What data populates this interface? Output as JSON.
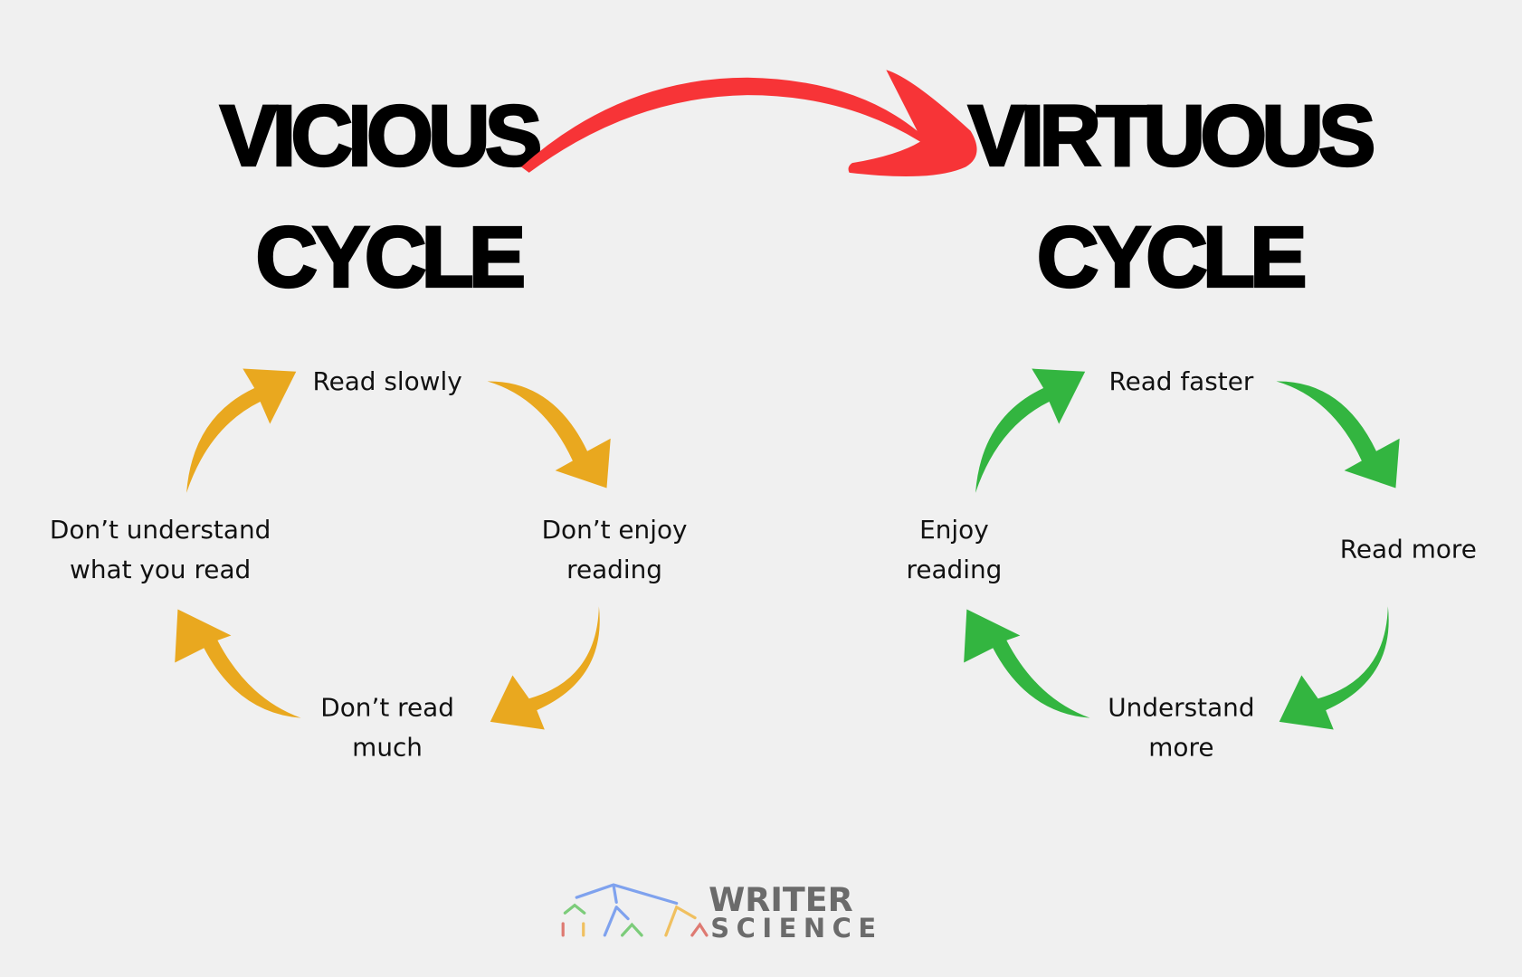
{
  "vicious": {
    "title_line1": "VICIOUS",
    "title_line2": "CYCLE",
    "steps": [
      "Read slowly",
      "Don’t enjoy",
      "reading",
      "Don’t read",
      "much",
      "Don’t understand",
      "what you read"
    ],
    "color": "#e9a81f"
  },
  "virtuous": {
    "title_line1": "VIRTUOUS",
    "title_line2": "CYCLE",
    "steps": [
      "Read faster",
      "Read more",
      "Understand",
      "more",
      "Enjoy",
      "reading"
    ],
    "color": "#33b540"
  },
  "transition_arrow_color": "#f73437",
  "logo": {
    "line1": "WRITER",
    "line2": "SCIENCE"
  }
}
